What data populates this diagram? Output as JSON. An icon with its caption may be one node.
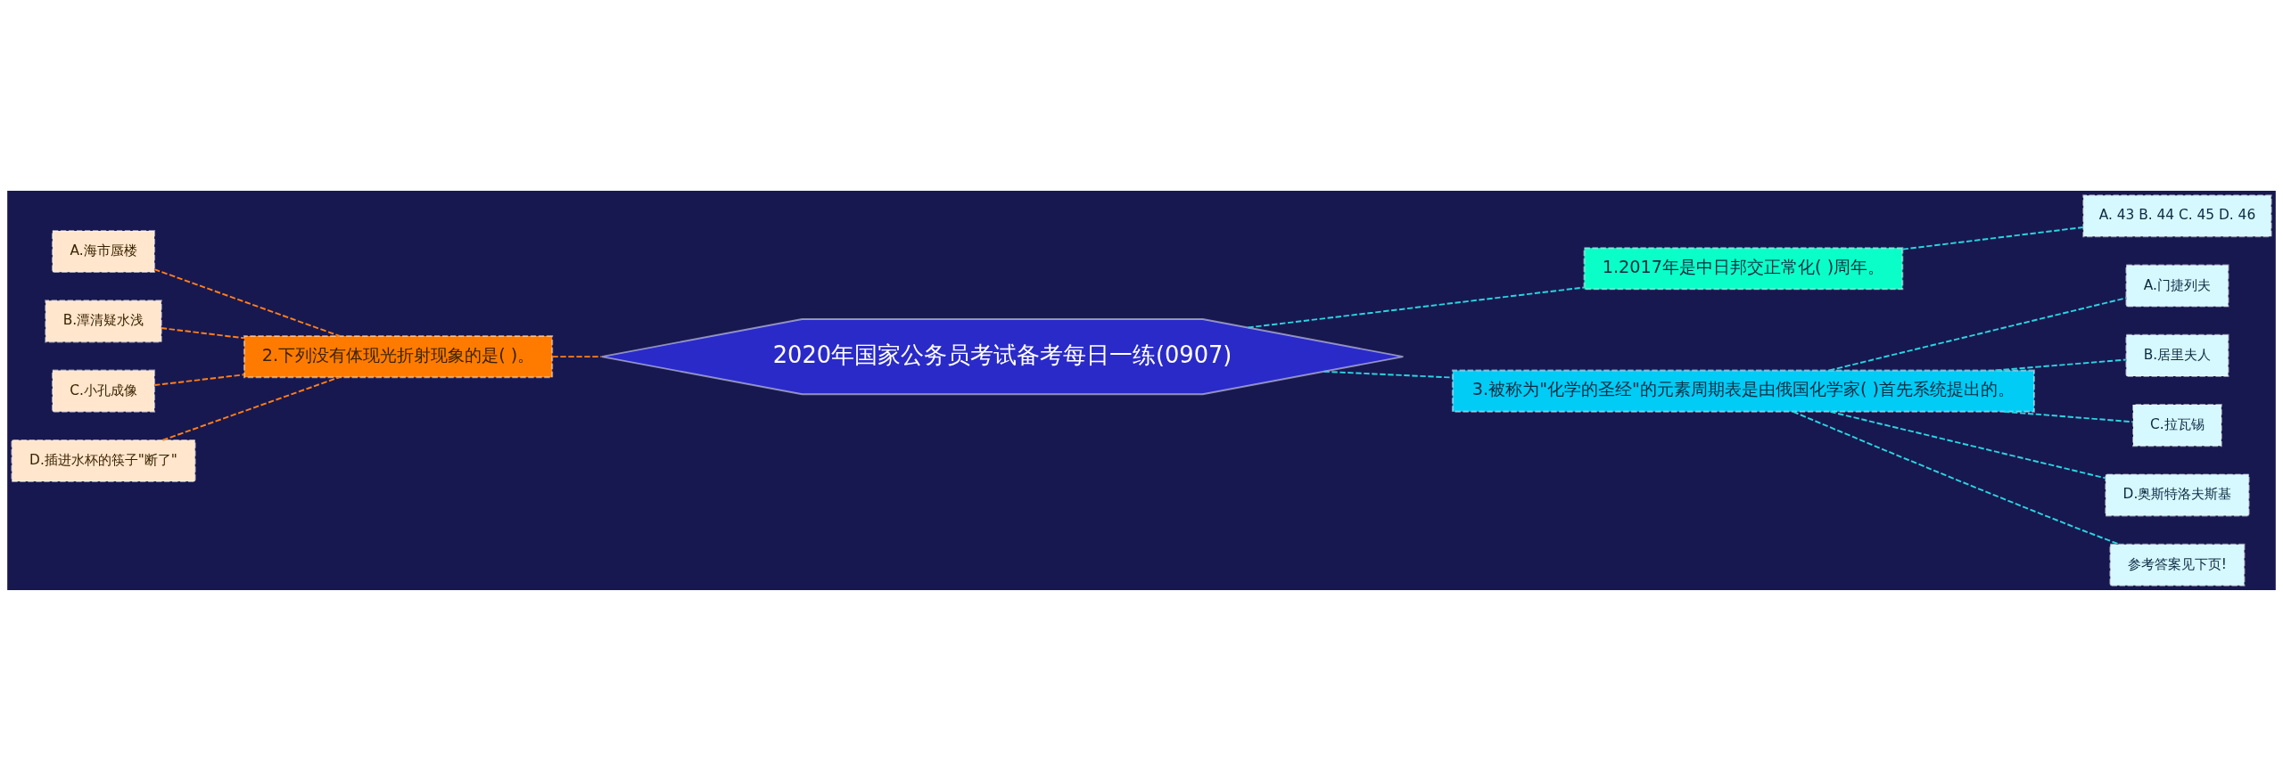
{
  "diagram": {
    "nodes": [
      {
        "text": [
          "2020年国家公务员考试备考每日一练(0907)"
        ]
      },
      {
        "text": [
          "2.下列没有体现光折射现象的是( )。"
        ]
      },
      {
        "text": [
          "A.海市蜃楼"
        ]
      },
      {
        "text": [
          "B.潭清疑水浅"
        ]
      },
      {
        "text": [
          "C.小孔成像"
        ]
      },
      {
        "text": [
          "D.插进水杯的筷子\"断了\""
        ]
      },
      {
        "text": [
          "1.2017年是中日邦交正常化( )周年。"
        ]
      },
      {
        "text": [
          "A. 43 B. 44 C. 45 D. 46"
        ]
      },
      {
        "text": [
          "3.被称为\"化学的圣经\"的元素周期表是由俄国化学家( )首先系统提出的。"
        ]
      },
      {
        "text": [
          "A.门捷列夫"
        ]
      },
      {
        "text": [
          "B.居里夫人"
        ]
      },
      {
        "text": [
          "C.拉瓦锡"
        ]
      },
      {
        "text": [
          "D.奥斯特洛夫斯基"
        ]
      },
      {
        "text": [
          "参考答案见下页!"
        ]
      }
    ],
    "edges": [
      {
        "from": 0,
        "to": 1,
        "arrow": "none",
        "style": "dashed",
        "color": "#ff7f1a"
      },
      {
        "from": 1,
        "to": 2,
        "arrow": "none",
        "style": "dashed",
        "color": "#ff7f1a"
      },
      {
        "from": 1,
        "to": 3,
        "arrow": "none",
        "style": "dashed",
        "color": "#ff7f1a"
      },
      {
        "from": 1,
        "to": 4,
        "arrow": "none",
        "style": "dashed",
        "color": "#ff7f1a"
      },
      {
        "from": 1,
        "to": 5,
        "arrow": "none",
        "style": "dashed",
        "color": "#ff7f1a"
      },
      {
        "from": 0,
        "to": 6,
        "arrow": "none",
        "style": "dashed"
      },
      {
        "from": 6,
        "to": 7,
        "arrow": "none",
        "style": "dashed"
      },
      {
        "from": 0,
        "to": 8,
        "arrow": "none",
        "style": "dashed"
      },
      {
        "from": 8,
        "to": 9,
        "arrow": "none",
        "style": "dashed"
      },
      {
        "from": 8,
        "to": 10,
        "arrow": "none",
        "style": "dashed"
      },
      {
        "from": 8,
        "to": 11,
        "arrow": "none",
        "style": "dashed"
      },
      {
        "from": 8,
        "to": 12,
        "arrow": "none",
        "style": "dashed"
      },
      {
        "from": 8,
        "to": 13,
        "arrow": "none",
        "style": "dashed"
      }
    ]
  }
}
